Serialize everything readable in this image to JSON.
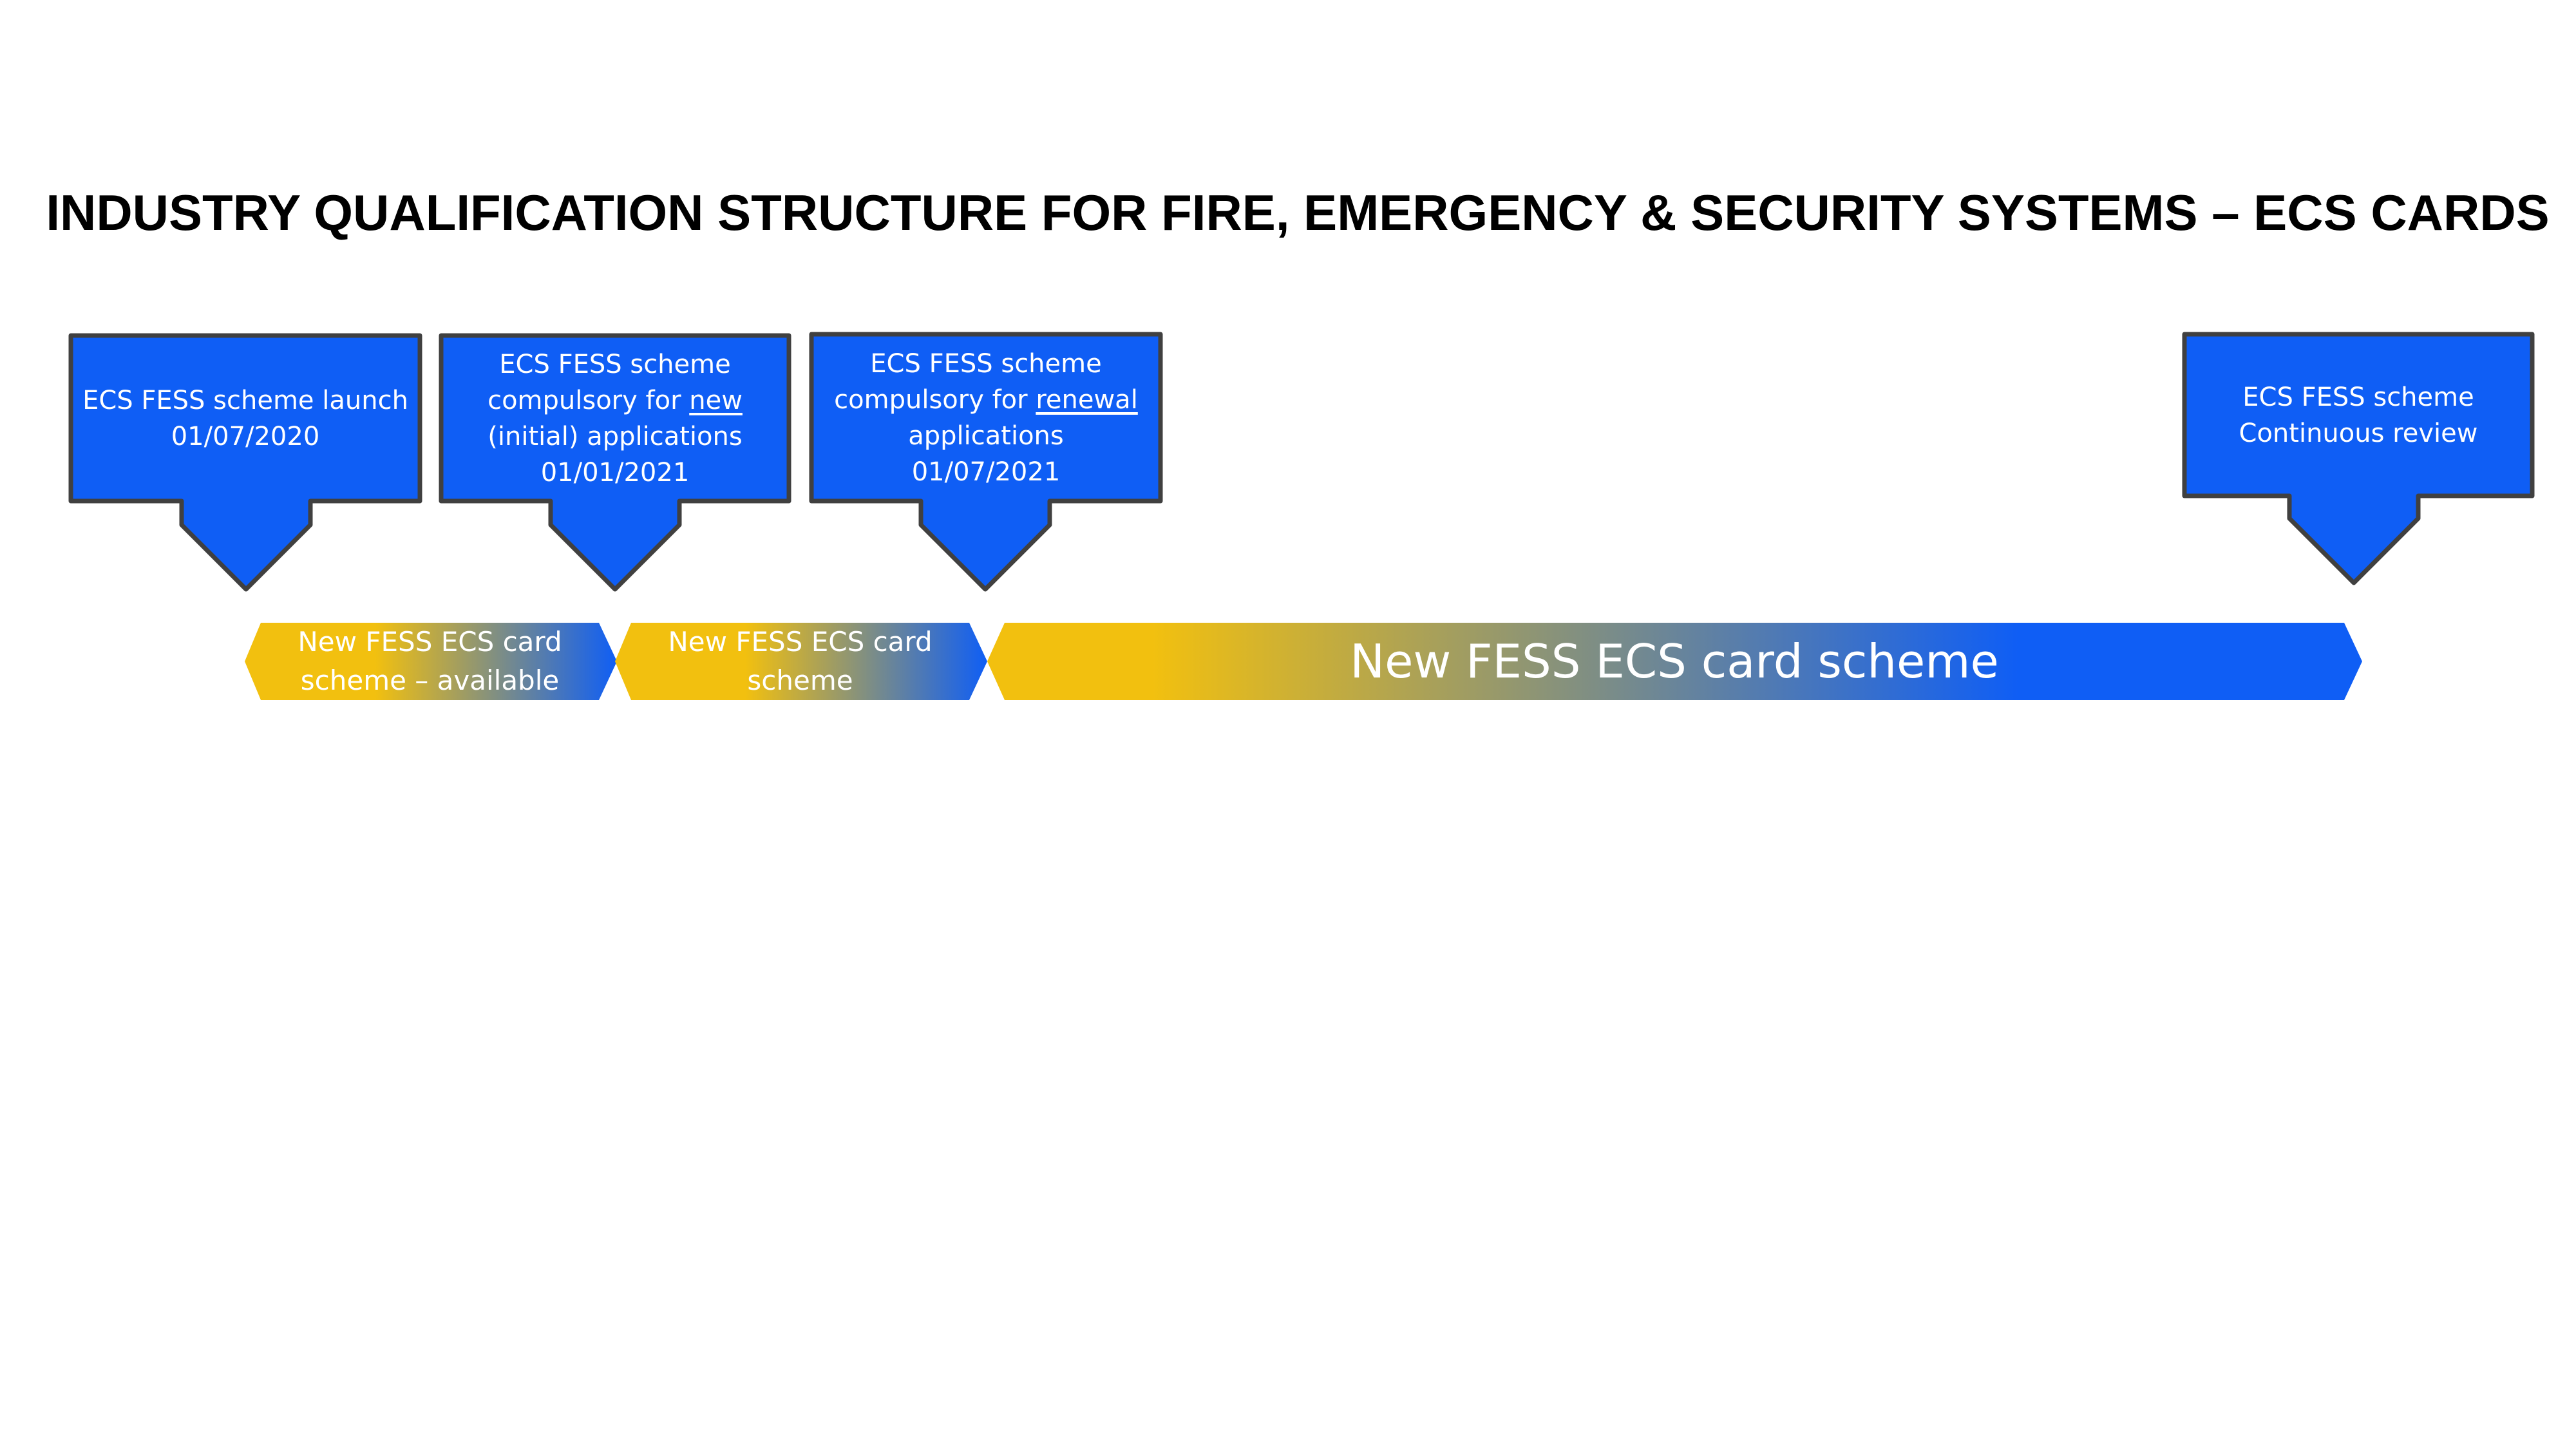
{
  "title": "INDUSTRY QUALIFICATION STRUCTURE FOR FIRE, EMERGENCY & SECURITY SYSTEMS – ECS CARDS",
  "colors": {
    "box_fill": "#0F5EF5",
    "box_stroke": "#404040",
    "gradient_yellow": "#F2C00F",
    "gradient_blue": "#0F5EF5"
  },
  "milestones": [
    {
      "line1": "ECS FESS scheme launch",
      "line2": "01/07/2020"
    },
    {
      "line1": "ECS FESS scheme",
      "line2_pre": "compulsory for ",
      "line2_u": "new",
      "line3": "(initial) applications",
      "line4": "01/01/2021"
    },
    {
      "line1": "ECS FESS scheme",
      "line2_pre": "compulsory for ",
      "line2_u": "renewal",
      "line3": "applications",
      "line4": "01/07/2021"
    },
    {
      "line1": "ECS FESS scheme",
      "line2": "Continuous review"
    }
  ],
  "phases": [
    {
      "line1": "New FESS ECS card",
      "line2": "scheme – available"
    },
    {
      "line1": "New FESS ECS card",
      "line2": "scheme"
    },
    {
      "line1": "New FESS ECS card scheme"
    }
  ]
}
